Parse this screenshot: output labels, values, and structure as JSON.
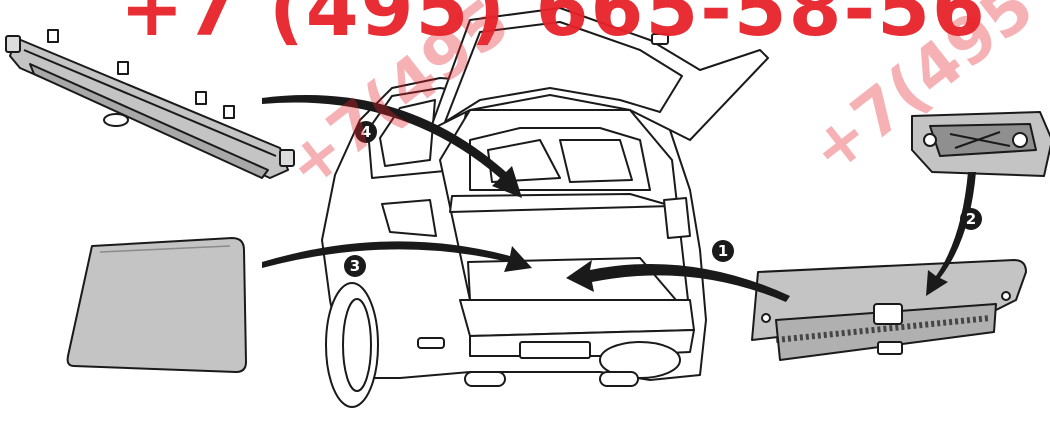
{
  "watermark": {
    "phone_top": "+7 (495) 665-58-56",
    "phone_diag_1": "+7(495",
    "phone_diag_2": "+7(495",
    "color": "#e8222a"
  },
  "callouts": [
    {
      "id": "1",
      "label": "1"
    },
    {
      "id": "2",
      "label": "2"
    },
    {
      "id": "3",
      "label": "3"
    },
    {
      "id": "4",
      "label": "4"
    }
  ],
  "colors": {
    "line": "#1a1a1a",
    "part_fill": "#c4c4c4",
    "part_fill_dark": "#9a9a9a",
    "badge": "#1a1a1a"
  }
}
